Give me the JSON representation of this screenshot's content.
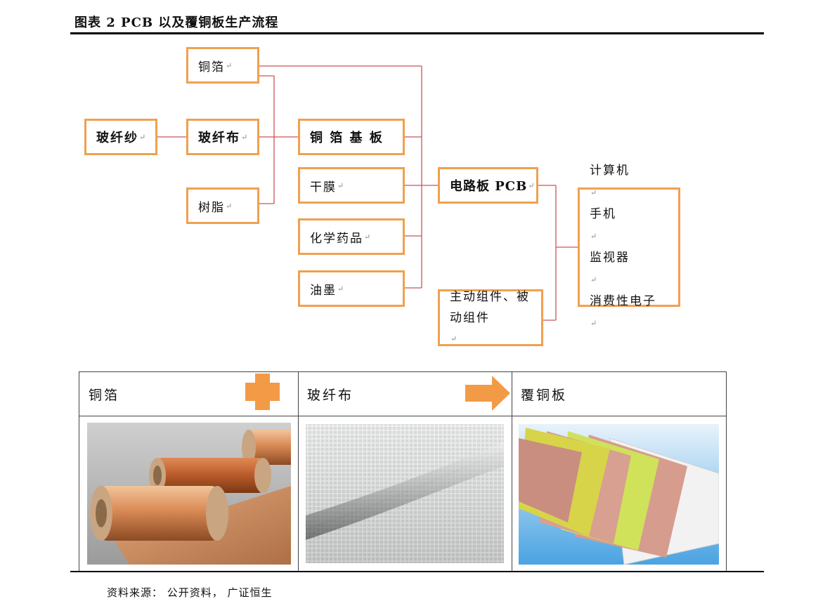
{
  "figure": {
    "title": "图表 2 PCB 以及覆铜板生产流程",
    "source": "资料来源： 公开资料， 广证恒生"
  },
  "diagram": {
    "nodes": {
      "tongbo": "铜箔",
      "boxiansha": "玻纤纱",
      "boxianbu": "玻纤布",
      "shuzhi": "树脂",
      "tongbojiban": "铜 箔 基 板",
      "ganmo": "干膜",
      "huaxueyaopin": "化学药品",
      "youmo": "油墨",
      "pcb": "电路板 PCB",
      "zujian": [
        "主动组件、被",
        "动组件"
      ],
      "applications": [
        "计算机",
        "手机",
        "监视器",
        "消费性电子"
      ]
    },
    "para_mark": "↵",
    "colors": {
      "node_border": "#f0a050",
      "connector_line": "#cc5555",
      "accent_shape": "#f39a46"
    }
  },
  "materials_table": {
    "cells": [
      {
        "label": "铜箔",
        "operator": "plus-icon"
      },
      {
        "label": "玻纤布",
        "operator": "arrow-right-icon"
      },
      {
        "label": "覆铜板",
        "operator": ""
      }
    ]
  }
}
